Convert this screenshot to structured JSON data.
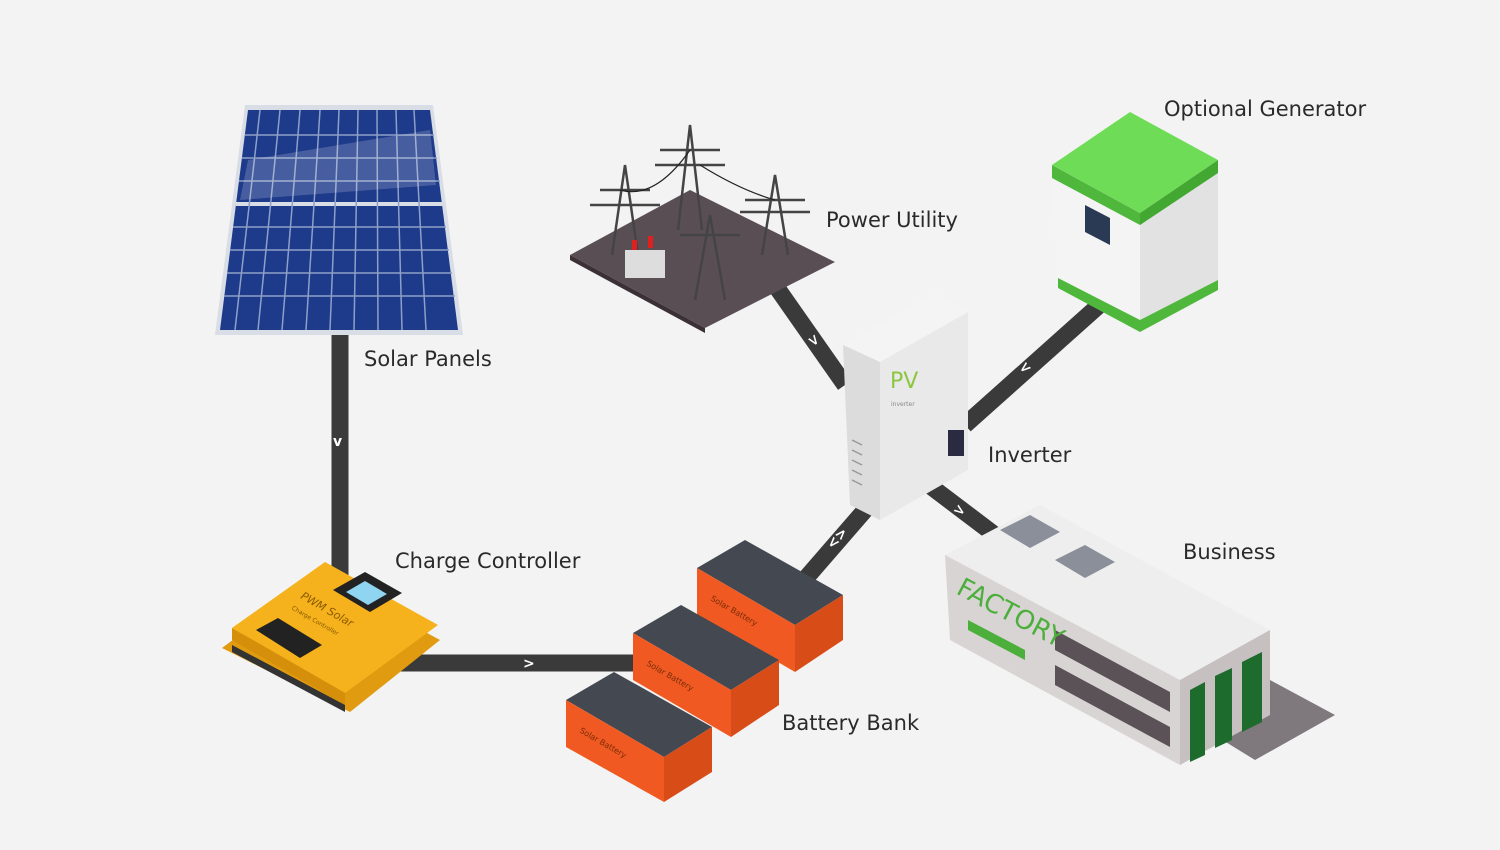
{
  "labels": {
    "solar_panels": "Solar Panels",
    "charge_controller": "Charge Controller",
    "battery_bank": "Battery Bank",
    "power_utility": "Power Utility",
    "inverter": "Inverter",
    "optional_generator": "Optional Generator",
    "business": "Business"
  },
  "device_text": {
    "controller_brand": "PWM Solar",
    "controller_sub": "Charge Controller",
    "inverter_brand": "PV",
    "inverter_sub": "inverter",
    "battery_brand": "Solar Battery",
    "factory_sign": "FACTORY"
  },
  "connectors": {
    "solar_to_controller": "v",
    "controller_to_battery": ">",
    "utility_to_inverter": ">",
    "generator_to_inverter": "<",
    "inverter_to_business": ">",
    "battery_inverter": "<>"
  },
  "colors": {
    "background": "#f3f3f3",
    "connector": "#3a3a3a",
    "controller": "#f5b21c",
    "battery": "#f05a22",
    "generator_top": "#5fd04a",
    "panel": "#1e3a8a"
  }
}
